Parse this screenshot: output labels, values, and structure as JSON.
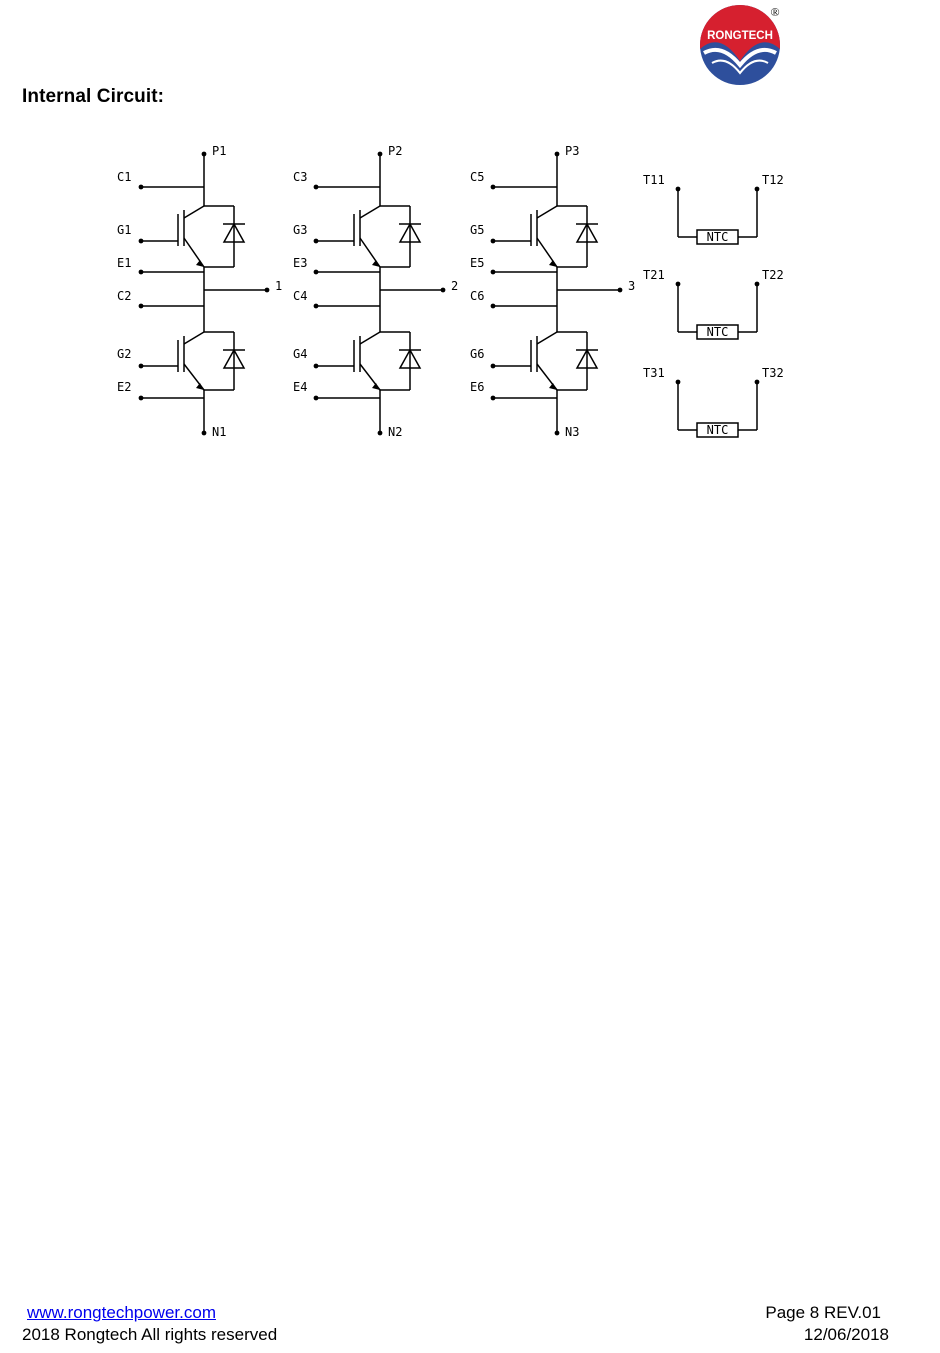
{
  "brand": {
    "logo_text": "RONGTECH",
    "registered_mark": "®",
    "colors": {
      "red": "#d6202f",
      "blue": "#2e4f9c"
    }
  },
  "section": {
    "title": "Internal Circuit:"
  },
  "circuit": {
    "legs": [
      {
        "p": "P1",
        "n": "N1",
        "out": "1",
        "c_hi": "C1",
        "g_hi": "G1",
        "e_hi": "E1",
        "c_lo": "C2",
        "g_lo": "G2",
        "e_lo": "E2"
      },
      {
        "p": "P2",
        "n": "N2",
        "out": "2",
        "c_hi": "C3",
        "g_hi": "G3",
        "e_hi": "E3",
        "c_lo": "C4",
        "g_lo": "G4",
        "e_lo": "E4"
      },
      {
        "p": "P3",
        "n": "N3",
        "out": "3",
        "c_hi": "C5",
        "g_hi": "G5",
        "e_hi": "E5",
        "c_lo": "C6",
        "g_lo": "G6",
        "e_lo": "E6"
      }
    ],
    "thermistors": [
      {
        "left": "T11",
        "right": "T12",
        "label": "NTC"
      },
      {
        "left": "T21",
        "right": "T22",
        "label": "NTC"
      },
      {
        "left": "T31",
        "right": "T32",
        "label": "NTC"
      }
    ]
  },
  "footer": {
    "website": "www.rongtechpower.com",
    "copyright": "2018 Rongtech All rights reserved",
    "page": "Page 8  REV.01",
    "date": "12/06/2018"
  }
}
